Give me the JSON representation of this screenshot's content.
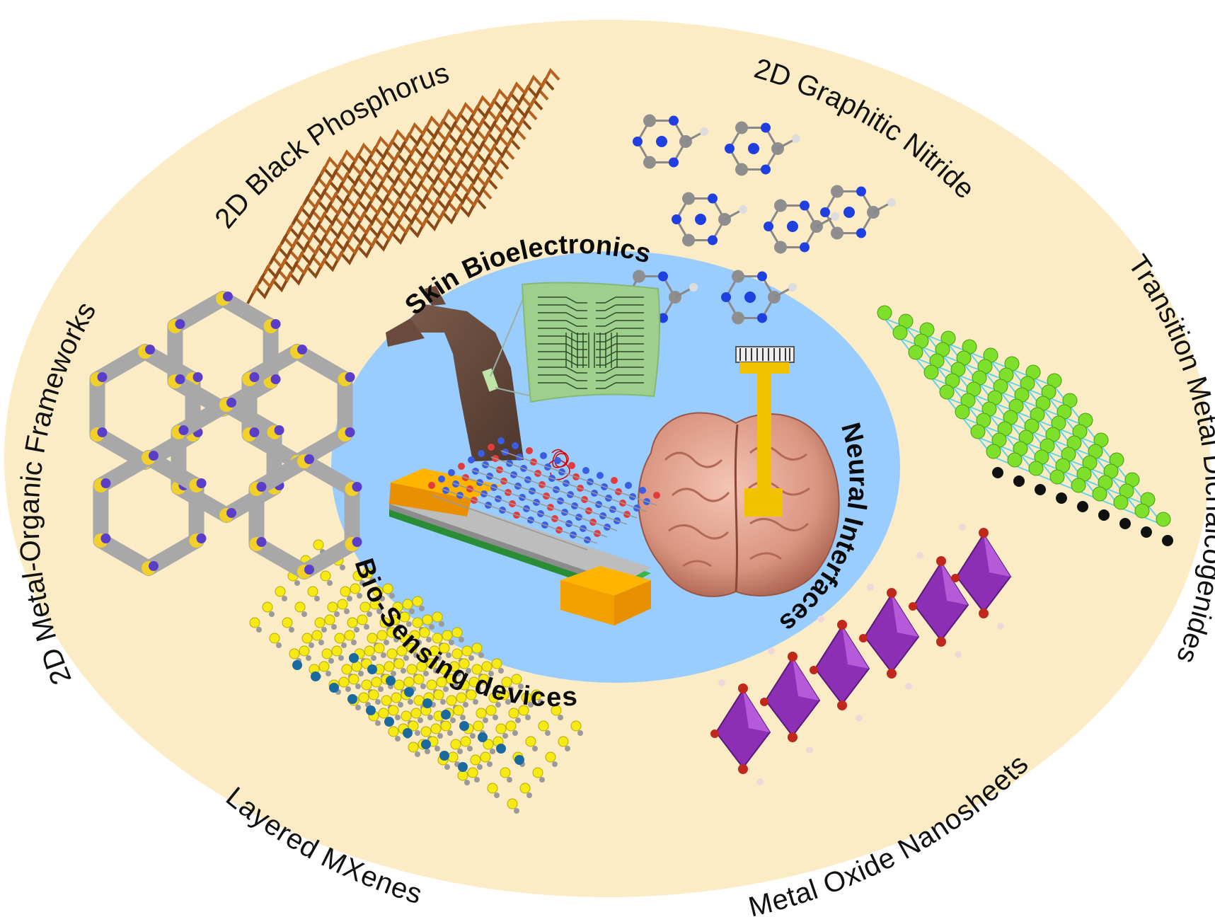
{
  "colors": {
    "outer_disc": "#fcecc6",
    "inner_disc": "#99ccff",
    "label": "#111111"
  },
  "outer_labels": {
    "black_phosphorus": "2D Black Phosphorus",
    "graphitic_nitride": "2D Graphitic Nitride",
    "tmd": "Transition Metal Dichalcogenides",
    "metal_oxide": "Metal Oxide Nanosheets",
    "mxenes": "Layered MXenes",
    "mof": "2D Metal-Organic Frameworks"
  },
  "inner_labels": {
    "skin": "Skin Bioelectronics",
    "neural": "Neural Interfaces",
    "biosensing": "Bio-Sensing devices"
  },
  "illustrations": [
    "black-phosphorus-lattice",
    "graphitic-nitride-network",
    "tmd-lattice",
    "metal-oxide-chain",
    "mxene-layers",
    "mof-honeycomb",
    "hand-with-skin-patch",
    "flexible-circuit-patch",
    "brain-with-probe",
    "sensing-device-chip"
  ]
}
